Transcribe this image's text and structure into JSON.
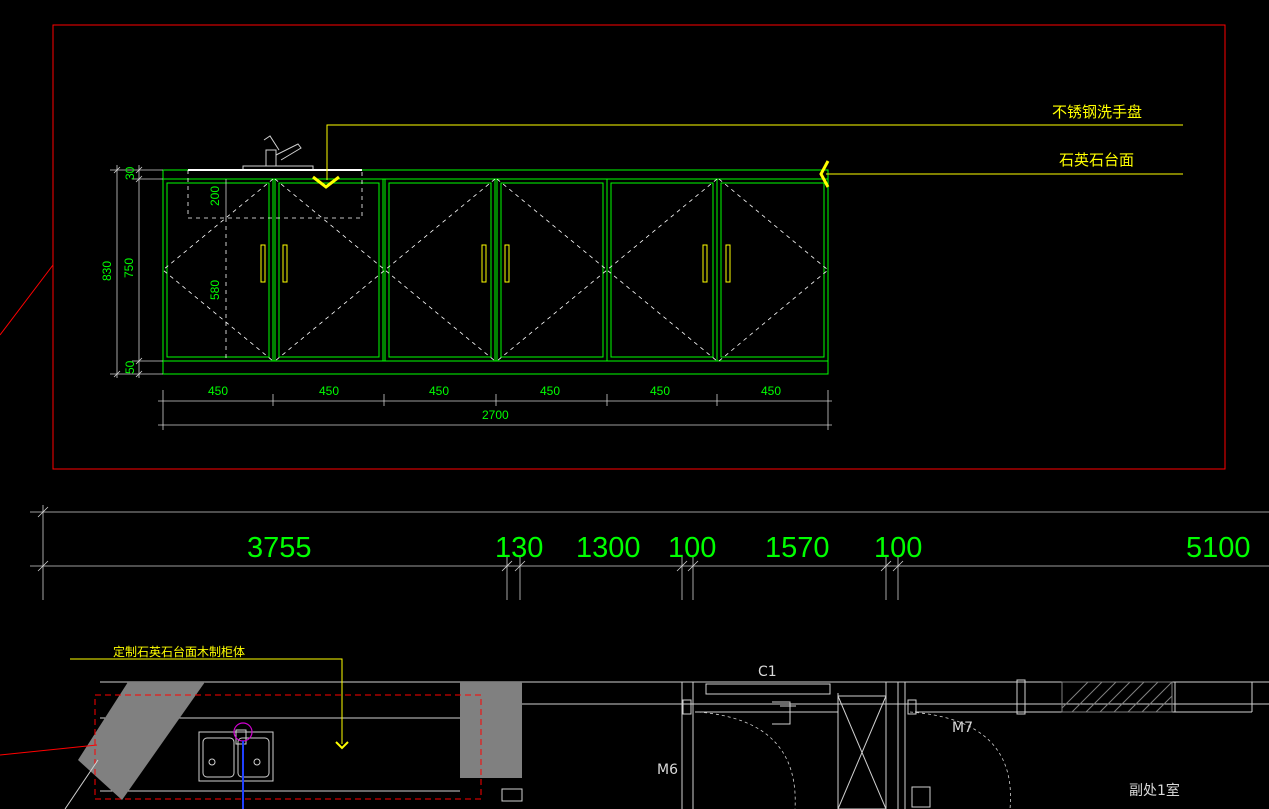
{
  "elevation": {
    "labels": {
      "sink": "不锈钢洗手盘",
      "countertop": "石英石台面"
    },
    "dims": {
      "widths": [
        "450",
        "450",
        "450",
        "450",
        "450",
        "450"
      ],
      "total": "2700",
      "height_total": "830",
      "height_cabinet": "750",
      "height_top": "30",
      "height_base": "50",
      "sink_depth": "200",
      "sink_below": "580"
    }
  },
  "plan_dims": [
    "3755",
    "130",
    "1300",
    "100",
    "1570",
    "100",
    "5100"
  ],
  "plan": {
    "cabinet_label": "定制石英石台面木制柜体",
    "window": "C1",
    "door_a": "M6",
    "door_b": "M7",
    "room": "副处1室"
  },
  "colors": {
    "background": "#000000",
    "frame": "#ff0000",
    "cabinet": "#00ff00",
    "leader": "#ffff00",
    "lines": "#d0d0d0",
    "hatch": "#808080"
  }
}
